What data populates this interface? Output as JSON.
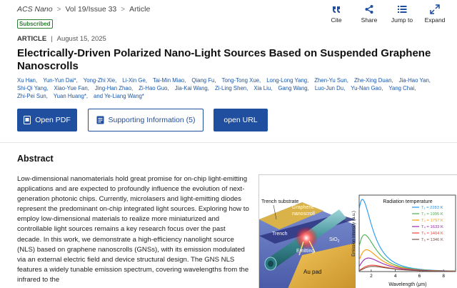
{
  "breadcrumb": {
    "journal": "ACS Nano",
    "sep1": ">",
    "issue": "Vol 19/Issue 33",
    "sep2": ">",
    "section": "Article"
  },
  "badge": "Subscribed",
  "toolbar": {
    "cite": "Cite",
    "share": "Share",
    "jump": "Jump to",
    "expand": "Expand"
  },
  "meta": {
    "type": "ARTICLE",
    "sep": "|",
    "date": "August 15, 2025"
  },
  "title": "Electrically-Driven Polarized Nano-Light Sources Based on Suspended Graphene Nanoscrolls",
  "authors": [
    "Xu Han,",
    "Yun-Yun Dai*,",
    "Yong-Zhi Xie,",
    "Li-Xin Ge,",
    "Tai-Min Miao,",
    "Qiang Fu,",
    "Tong-Tong Xue,",
    "Long-Long Yang,",
    "Zhen-Yu Sun,",
    "Zhe-Xing Duan,",
    "Jia-Hao Yan,",
    "Shi-Qi Yang,",
    "Xiao-Yue Fan,",
    "Jing-Han Zhao,",
    "Zi-Hao Guo,",
    "Jia-Kai Wang,",
    "Zi-Ling Shen,",
    "Xia Liu,",
    "Gang Wang,",
    "Luo-Jun Du,",
    "Yu-Nan Gao,",
    "Yang Chai,",
    "Zhi-Pei Sun,",
    "Yuan Huang*,",
    "and  Ye-Liang Wang*"
  ],
  "buttons": {
    "pdf": "Open PDF",
    "si": "Supporting Information (5)",
    "url": "open URL"
  },
  "abstract": {
    "heading": "Abstract",
    "text": "Low-dimensional nanomaterials hold great promise for on-chip light-emitting applications and are expected to profoundly influence the evolution of next-generation photonic chips. Currently, microlasers and light-emitting diodes represent the predominant on-chip integrated light sources. Exploring how to employ low-dimensional materials to realize more miniaturized and controllable light sources remains a key research focus over the past decade. In this work, we demonstrate a high-efficiency nanolight source (NLS) based on graphene nanoscrolls (GNSs), with its emission modulated via an external electric field and device structural design. The GNS NLS features a widely tunable emission spectrum, covering wavelengths from the infrared to the"
  },
  "figure": {
    "labels": {
      "trench_substrate": "Trench substrate",
      "graphene": "Graphene",
      "nanoscroll": "nanoscroll",
      "trench": "Trench",
      "emitting": "Emitting",
      "sio2": "SiO",
      "sio2_sub": "2",
      "au_pad": "Au pad"
    },
    "chart_data": {
      "type": "line",
      "title": "Radiation temperature",
      "xlabel": "Wavelength (μm)",
      "ylabel": "Emission intensity (a.u.)",
      "xticks": [
        "2",
        "4",
        "6",
        "8"
      ],
      "xlim": [
        1,
        9
      ],
      "series": [
        {
          "name": "T₁ = 2283 K",
          "color": "#2196f3",
          "temp": 2283
        },
        {
          "name": "T₂ = 1995 K",
          "color": "#4caf50",
          "temp": 1995
        },
        {
          "name": "T₃ = 1797 K",
          "color": "#ff9800",
          "temp": 1797
        },
        {
          "name": "T₄ = 1633 K",
          "color": "#9c27b0",
          "temp": 1633
        },
        {
          "name": "T₅ = 1404 K",
          "color": "#f44336",
          "temp": 1404
        },
        {
          "name": "T₆ = 1346 K",
          "color": "#795548",
          "temp": 1346
        }
      ]
    }
  }
}
